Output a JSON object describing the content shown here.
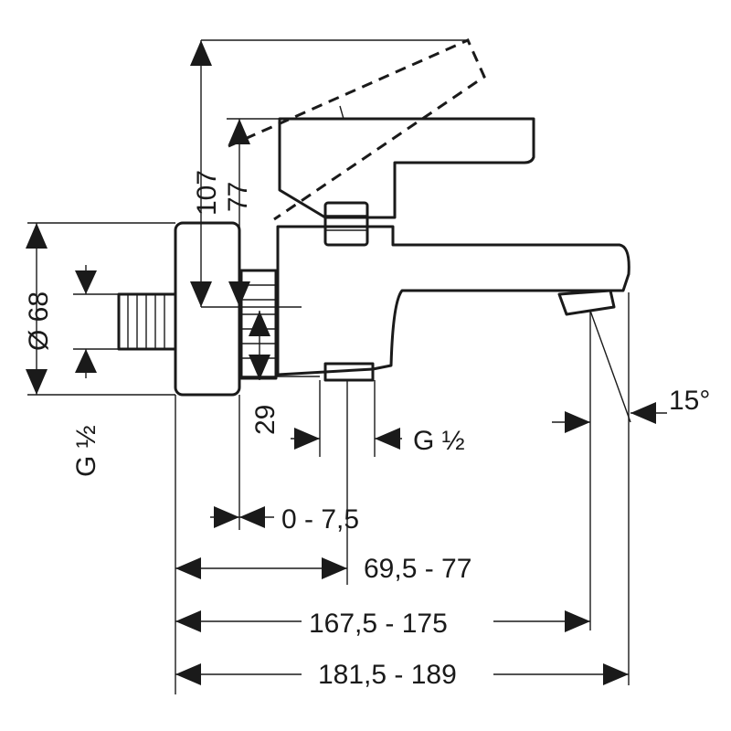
{
  "labels": {
    "height_lever_open": "107",
    "height_lever_closed": "77",
    "flange_diameter": "Ø 68",
    "inlet_thread_left": "G ½",
    "spout_height": "29",
    "outlet_thread": "G ½",
    "spout_angle": "15°",
    "eccentric_adjust": "0 - 7,5",
    "body_offset": "69,5 - 77",
    "spout_reach": "167,5 - 175",
    "total_length": "181,5 - 189"
  }
}
